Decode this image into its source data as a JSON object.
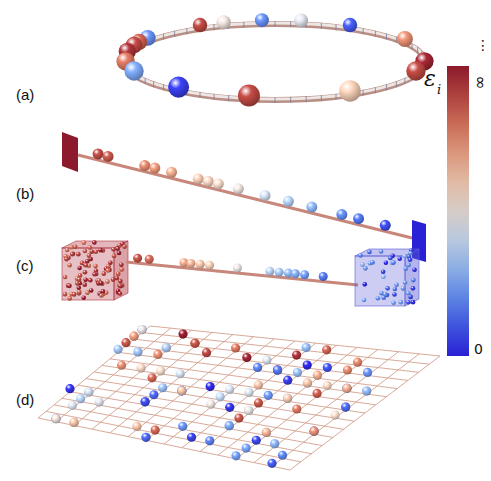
{
  "diagram": {
    "labels": [
      "(a)",
      "(b)",
      "(c)",
      "(d)",
      "ε",
      "i",
      "∞",
      "⋮",
      "0"
    ]
  }
}
